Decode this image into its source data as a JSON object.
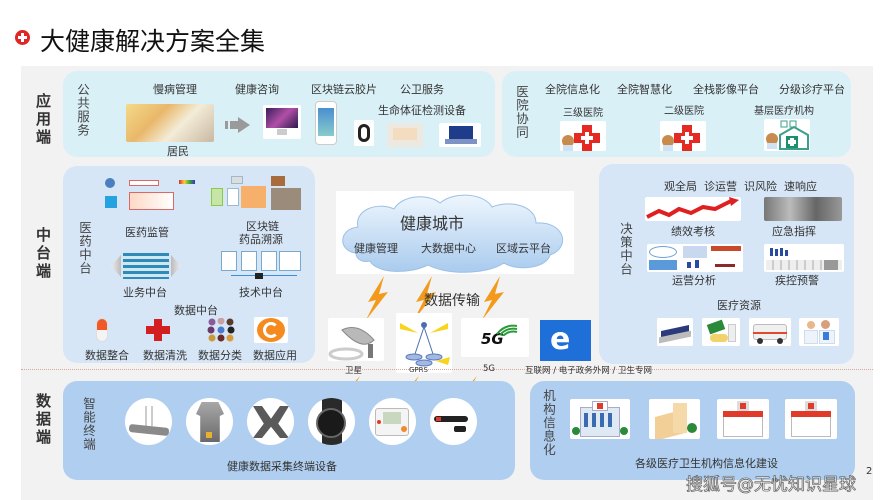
{
  "header": {
    "title": "大健康解决方案全集",
    "icon": "red-cross-circle-icon"
  },
  "colors": {
    "accent_red": "#e02525",
    "panel_light": "#daf0f7",
    "panel_mid": "#d6e6f7",
    "panel_blue": "#b0cff0",
    "bolt_orange": "#f39a1c",
    "canvas": "#f2f2f2"
  },
  "tiers": {
    "application": "应用端",
    "middle": "中台端",
    "data": "数据端"
  },
  "public_service": {
    "label": "公共服务",
    "items": [
      "慢病管理",
      "健康咨询",
      "区块链云胶片",
      "公卫服务"
    ],
    "residents_label": "居民",
    "vital_devices_label": "生命体征检测设备",
    "images": [
      "family-photo",
      "arrow-right-icon",
      "imac-icon",
      "iphone-icon",
      "wristband-icon",
      "ecg-device-icon",
      "ultrasound-laptop-icon"
    ]
  },
  "hospital_coop": {
    "label": "医院协同",
    "items": [
      "全院信息化",
      "全院智慧化",
      "全栈影像平台",
      "分级诊疗平台"
    ],
    "hospitals": [
      "三级医院",
      "二级医院",
      "基层医疗机构"
    ]
  },
  "pharma_platform": {
    "label": "医药中台",
    "items": [
      "医药监管",
      "区块链药品溯源",
      "业务中台",
      "技术中台"
    ],
    "blockchain_line1": "区块链",
    "blockchain_line2": "药品溯源",
    "data_platform_label": "数据中台",
    "data_items": [
      "数据整合",
      "数据清洗",
      "数据分类",
      "数据应用"
    ]
  },
  "health_city": {
    "title": "健康城市",
    "items": [
      "健康管理",
      "大数据中心",
      "区域云平台"
    ]
  },
  "transmission": {
    "label": "数据传输",
    "channels": [
      "卫星",
      "GPRS",
      "5G",
      "互联网 / 电子政务外网 / 卫生专网"
    ],
    "logo_5g": "5G"
  },
  "decision_platform": {
    "label": "决策中台",
    "tagline": "观全局  诊运营  识风险  速响应",
    "items": [
      "绩效考核",
      "应急指挥",
      "运营分析",
      "疾控预警"
    ],
    "resources_label": "医疗资源",
    "resource_images": [
      "hospital-bed",
      "medicine",
      "ambulance",
      "doctors"
    ]
  },
  "smart_terminal": {
    "label": "智能终端",
    "caption": "健康数据采集终端设备",
    "devices": [
      "earphone-belt",
      "smart-shirt",
      "posture-vest",
      "smart-watch",
      "blood-pressure-monitor",
      "smart-glasses"
    ]
  },
  "institution_info": {
    "label": "机构信息化",
    "caption": "各级医疗卫生机构信息化建设",
    "buildings": [
      "hospital-building-1",
      "hospital-building-2",
      "hospital-building-3",
      "hospital-building-4"
    ]
  },
  "watermark": {
    "text": "搜狐号@无忧知识星球",
    "page_number": "2"
  }
}
